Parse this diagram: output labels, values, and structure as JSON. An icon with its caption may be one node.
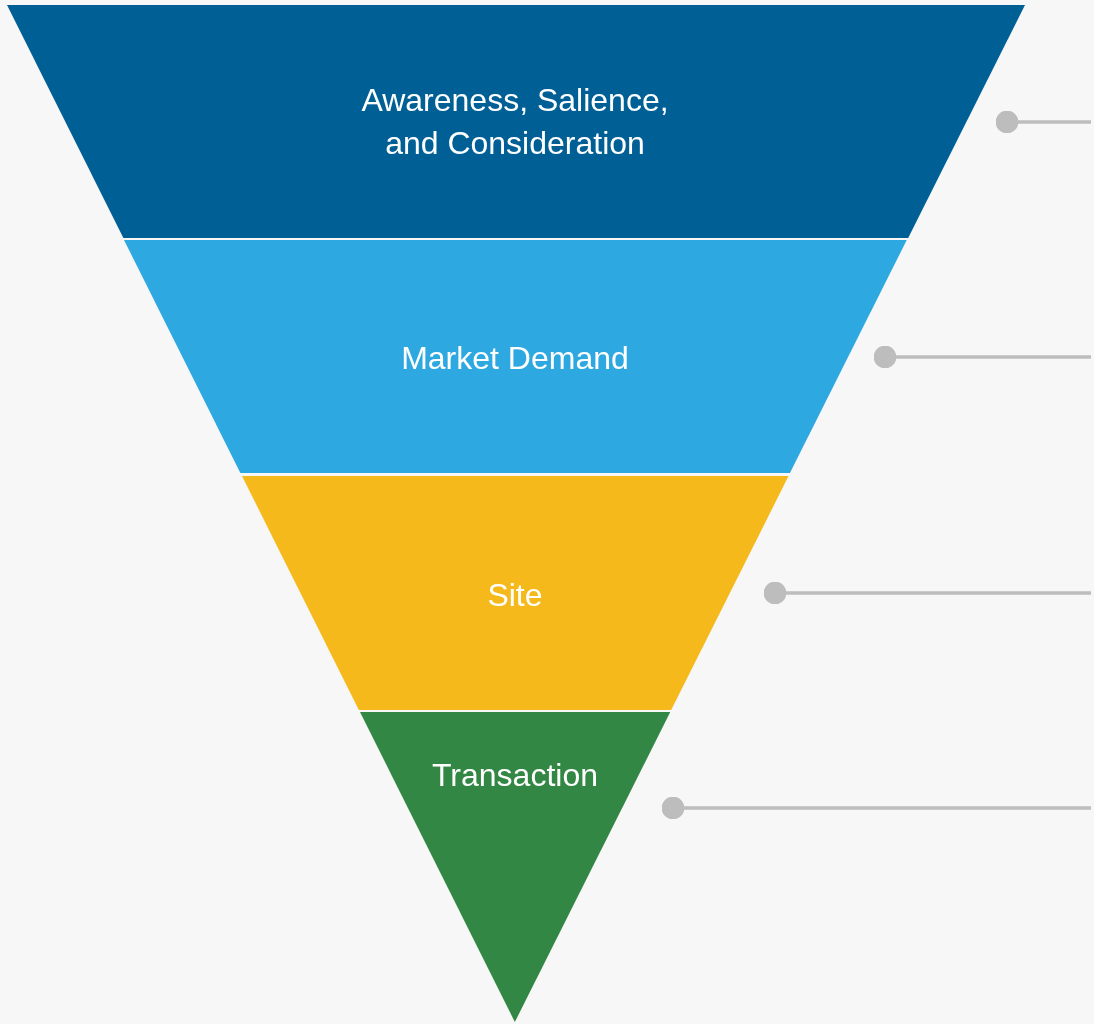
{
  "diagram": {
    "nodes": [
      {
        "text": [
          "Awareness, Salience, and Consideration"
        ]
      },
      {
        "text": [
          "Market Demand"
        ]
      },
      {
        "text": [
          "Site"
        ]
      },
      {
        "text": [
          "Transaction"
        ]
      }
    ],
    "edges": [
      {
        "from": 0,
        "to": null,
        "arrow": "other"
      },
      {
        "from": 1,
        "to": null,
        "arrow": "other"
      },
      {
        "from": 2,
        "to": null,
        "arrow": "other"
      },
      {
        "from": 3,
        "to": null,
        "arrow": "other"
      }
    ]
  }
}
